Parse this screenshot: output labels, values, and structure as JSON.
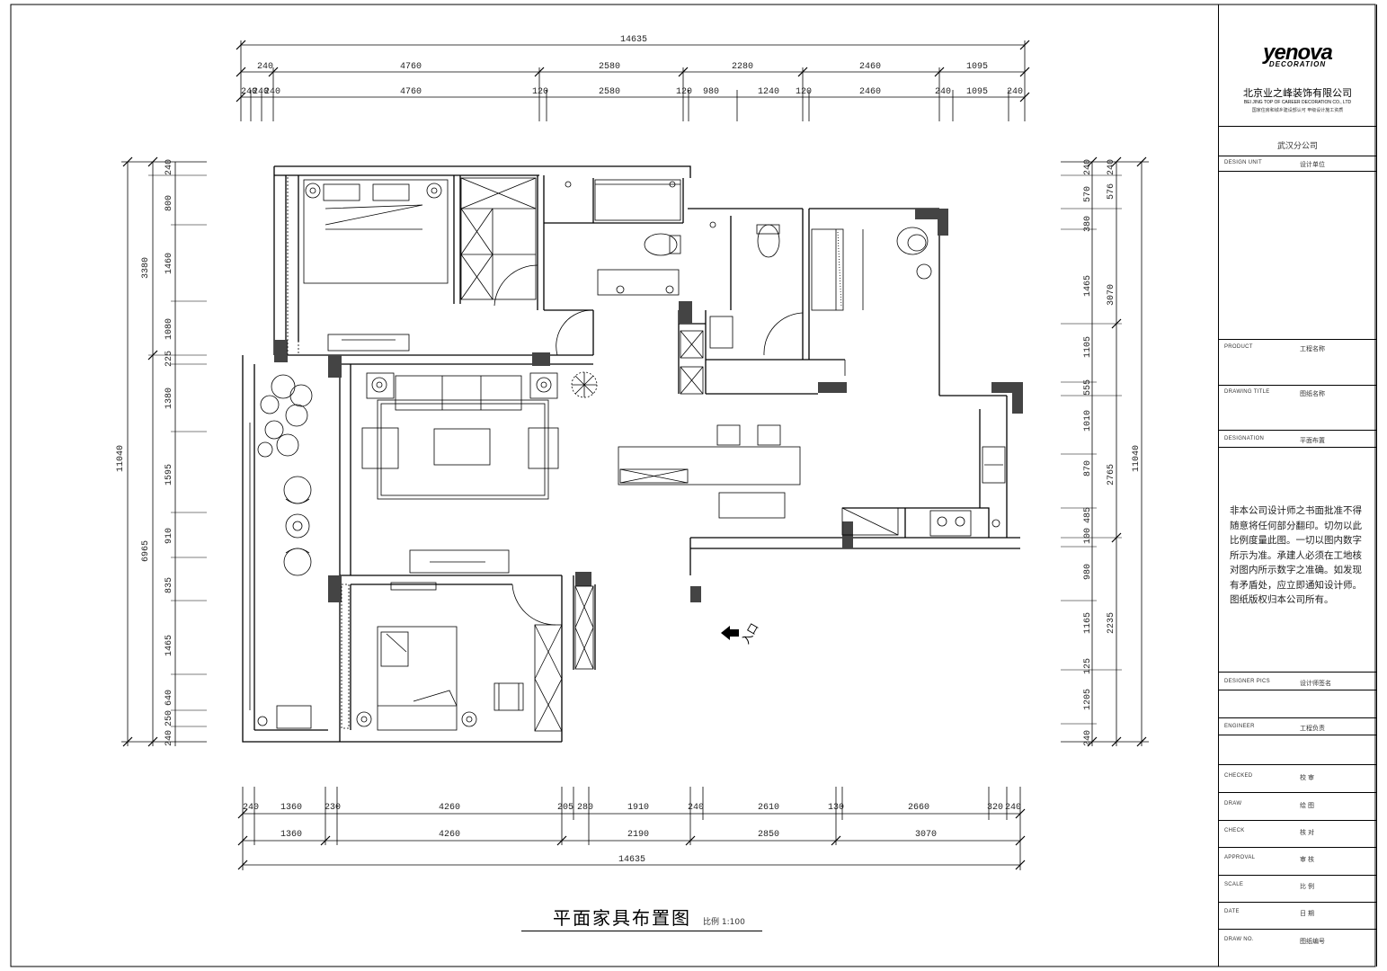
{
  "title_block": {
    "logo_text": "yenova",
    "logo_sub": "DECORATION",
    "company_name": "北京业之峰装饰有限公司",
    "company_name_en": "BEI JING TOP OF CAREER DECORATION CO., LTD",
    "company_note": "国家住房和城乡建设部认可 甲级设计施工资质",
    "branch": "武汉分公司",
    "rows": [
      {
        "label": "DESIGN UNIT",
        "value": "设计单位"
      },
      {
        "label": "PRODUCT",
        "value": "工程名称"
      },
      {
        "label": "DRAWING TITLE",
        "value": "图纸名称"
      },
      {
        "label": "DESIGNATION",
        "value": "平面布置"
      },
      {
        "label": "DESIGNER PICS",
        "value": "设计师签名"
      },
      {
        "label": "ENGINEER",
        "value": "工程负责"
      },
      {
        "label": "CHECKED",
        "value": "校 审"
      },
      {
        "label": "DRAW",
        "value": "绘 图"
      },
      {
        "label": "CHECK",
        "value": "核 对"
      },
      {
        "label": "APPROVAL",
        "value": "审 核"
      },
      {
        "label": "SCALE",
        "value": "比 例"
      },
      {
        "label": "DATE",
        "value": "日 期"
      },
      {
        "label": "DRAW NO.",
        "value": "图纸编号"
      }
    ],
    "notice": "非本公司设计师之书面批准不得随意将任何部分翻印。切勿以此比例度量此图。一切以图内数字所示为准。承建人必须在工地核对图内所示数字之准确。如发现有矛盾处，应立即通知设计师。图纸版权归本公司所有。"
  },
  "plan": {
    "title": "平面家具布置图",
    "scale": "比例 1:100",
    "entry_label": "入口",
    "top_total": "14635",
    "top_row1": [
      "240",
      "4760",
      "2580",
      "2280",
      "2460",
      "1095"
    ],
    "top_row2": [
      "240",
      "240",
      "240",
      "4760",
      "120",
      "2580",
      "120",
      "980",
      "1240",
      "120",
      "2460",
      "240",
      "1095",
      "240"
    ],
    "bottom_row1": [
      "240",
      "1360",
      "230",
      "4260",
      "205",
      "280",
      "1910",
      "240",
      "2610",
      "130",
      "2660",
      "320",
      "240"
    ],
    "bottom_row2": [
      "1360",
      "4260",
      "2190",
      "2850",
      "3070"
    ],
    "bottom_total": "14635",
    "left_outer": [
      "3380",
      "11040",
      "6965"
    ],
    "left_inner": [
      "240",
      "800",
      "1460",
      "1080",
      "225",
      "1380",
      "1595",
      "910",
      "835",
      "1465",
      "640",
      "250",
      "240"
    ],
    "right_inner": [
      "240",
      "570",
      "380",
      "1465",
      "1105",
      "555",
      "1010",
      "870",
      "485",
      "100",
      "980",
      "1165",
      "125",
      "1205",
      "240"
    ],
    "right_outer": [
      "3070",
      "11040",
      "2765",
      "2235"
    ],
    "right_extra": [
      "576",
      "240"
    ]
  }
}
